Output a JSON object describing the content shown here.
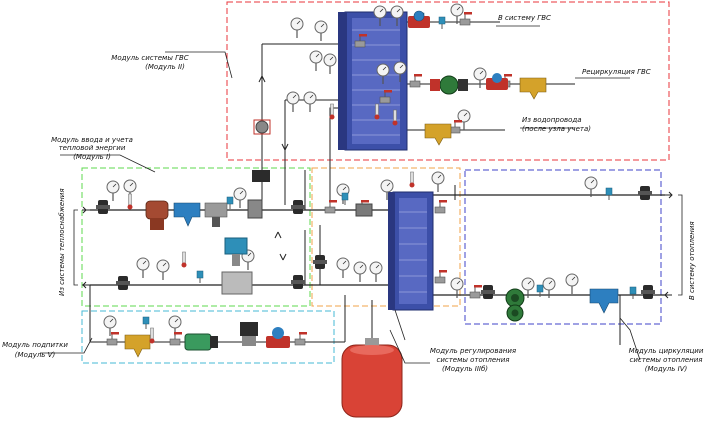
{
  "labels": {
    "module_gvs": [
      "Модуль системы ГВС",
      "(Модуль II)"
    ],
    "module_input": [
      "Модуль ввода и учета",
      "тепловой энергии",
      "(Модуль I)"
    ],
    "module_feed": [
      "Модуль подпитки",
      "(Модуль V)"
    ],
    "module_regulation": [
      "Модуль регулирования",
      "системы отопления",
      "(Модуль IIIб)"
    ],
    "module_circulation": [
      "Модуль циркуляции",
      "системы отопления",
      "(Модуль IV)"
    ],
    "to_gvs": "В систему ГВС",
    "recirculation": "Рециркуляция ГВС",
    "from_water": [
      "Из водопровода",
      "(после узла учета)"
    ],
    "from_heat_network": "Из системы теплоснабжения",
    "to_heating": "В систему отопления"
  },
  "colors": {
    "gvs_frame": "#e8353b",
    "input_frame": "#5dd84e",
    "regulation_frame": "#f2a34a",
    "circulation_frame": "#3f43c8",
    "feed_frame": "#46b9d6",
    "pipe": "#222222",
    "exchanger": "#3c4fa8",
    "tank": "#d94336",
    "valve_red": "#c0322a",
    "pump_green": "#2f7a3a",
    "filter_blue": "#2d7fc0"
  },
  "icons": [
    "pressure-gauge-icon",
    "thermometer-icon",
    "ball-valve-icon",
    "plate-heat-exchanger-icon",
    "circulation-pump-icon",
    "strainer-icon",
    "water-meter-icon",
    "expansion-tank-icon",
    "control-valve-icon",
    "check-valve-icon"
  ]
}
